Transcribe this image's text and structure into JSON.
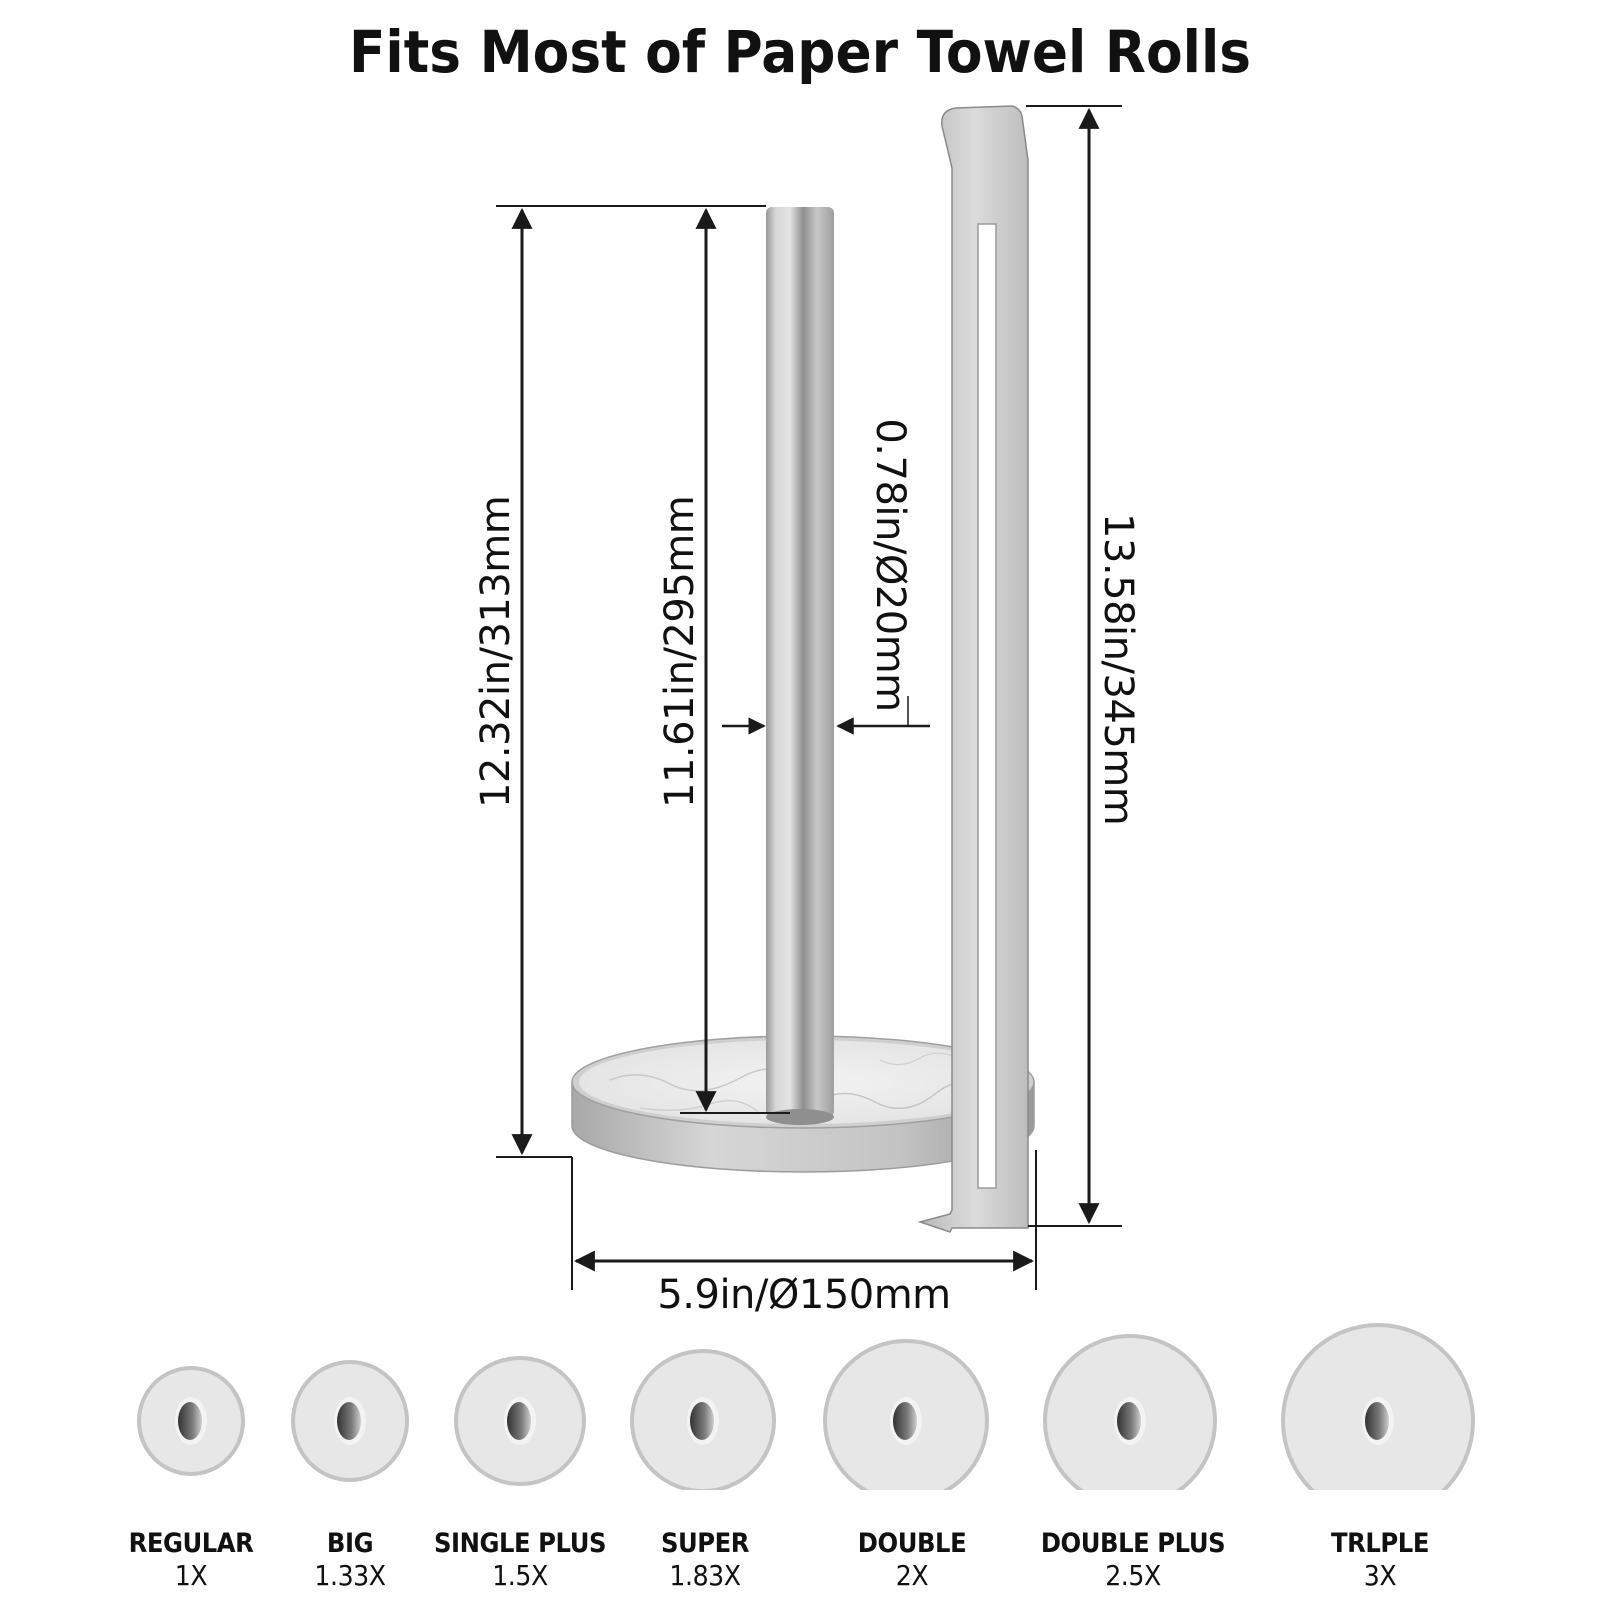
{
  "title": "Fits Most of Paper Towel Rolls",
  "dimensions": {
    "overall_pole_height": "12.32in/313mm",
    "usable_pole_height": "11.61in/295mm",
    "pole_diameter": "0.78in/Ø20mm",
    "arm_height": "13.58in/345mm",
    "base_diameter": "5.9in/Ø150mm"
  },
  "colors": {
    "background": "#ffffff",
    "text": "#111111",
    "dimension_line": "#1a1a1a",
    "steel_light": "#d9d9d9",
    "steel_dark": "#8a8a8a",
    "roll_face": "#e6e6e6",
    "roll_edge": "#c4c4c4"
  },
  "rolls": [
    {
      "name": "REGULAR",
      "multiplier": "1X"
    },
    {
      "name": "BIG",
      "multiplier": "1.33X"
    },
    {
      "name": "SINGLE PLUS",
      "multiplier": "1.5X"
    },
    {
      "name": "SUPER",
      "multiplier": "1.83X"
    },
    {
      "name": "DOUBLE",
      "multiplier": "2X"
    },
    {
      "name": "DOUBLE PLUS",
      "multiplier": "2.5X"
    },
    {
      "name": "TRLPLE",
      "multiplier": "3X"
    }
  ]
}
